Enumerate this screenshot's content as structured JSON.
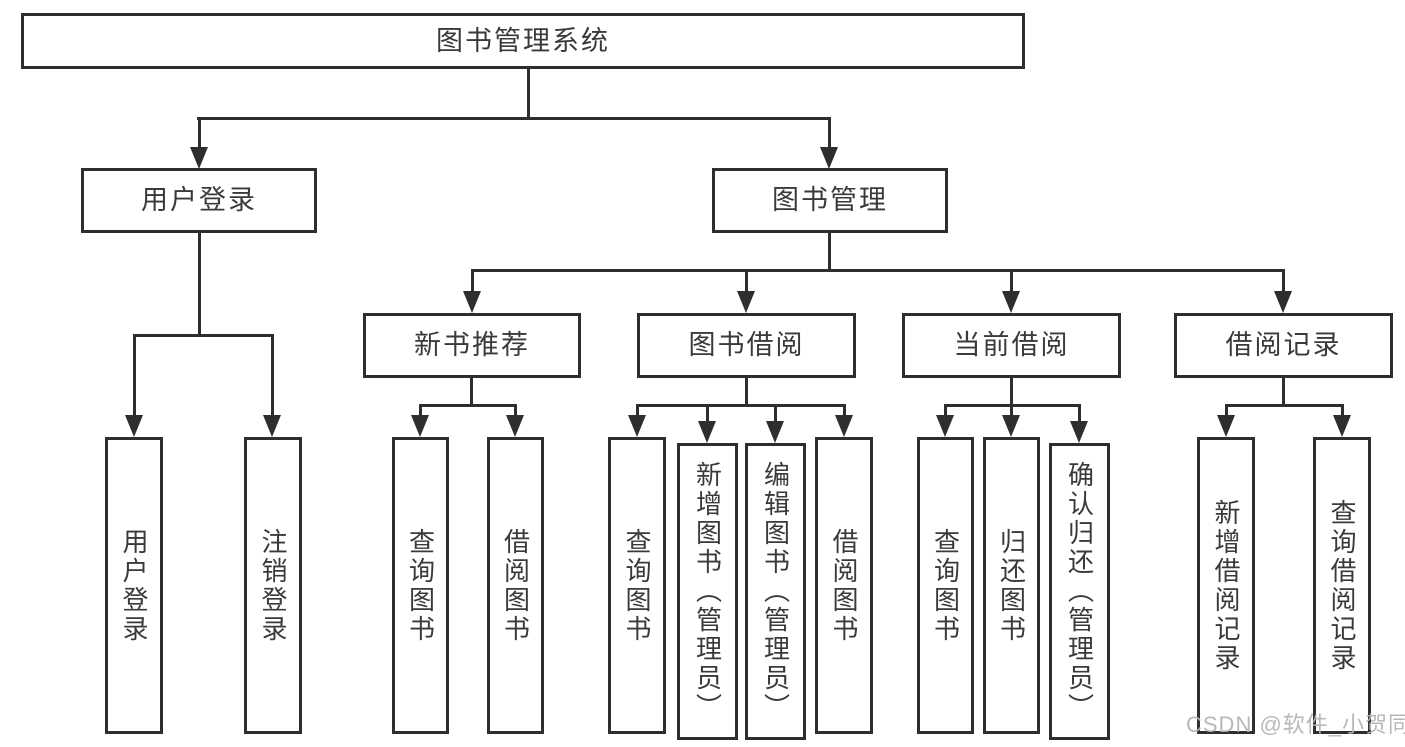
{
  "diagram": {
    "root": {
      "label": "图书管理系统"
    },
    "userLogin": {
      "label": "用户登录",
      "children": [
        {
          "label": "用户登录"
        },
        {
          "label": "注销登录"
        }
      ]
    },
    "bookManagement": {
      "label": "图书管理",
      "children": [
        {
          "label": "新书推荐",
          "children": [
            {
              "label": "查询图书"
            },
            {
              "label": "借阅图书"
            }
          ]
        },
        {
          "label": "图书借阅",
          "children": [
            {
              "label": "查询图书"
            },
            {
              "label": "新增图书（管理员）"
            },
            {
              "label": "编辑图书（管理员）"
            },
            {
              "label": "借阅图书"
            }
          ]
        },
        {
          "label": "当前借阅",
          "children": [
            {
              "label": "查询图书"
            },
            {
              "label": "归还图书"
            },
            {
              "label": "确认归还（管理员）"
            }
          ]
        },
        {
          "label": "借阅记录",
          "children": [
            {
              "label": "新增借阅记录"
            },
            {
              "label": "查询借阅记录"
            }
          ]
        }
      ]
    },
    "watermark": "CSDN @软件_小贺同学"
  },
  "colors": {
    "line": "#2e2e2e",
    "box_border": "#2e2e2e",
    "box_background": "#ffffff",
    "text": "#3a3a3a",
    "watermark": "#b3b3b3",
    "page_background": "#ffffff"
  }
}
